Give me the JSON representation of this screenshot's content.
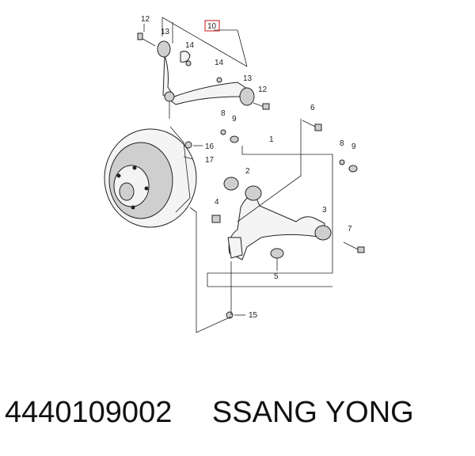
{
  "diagram": {
    "group_label": "10",
    "callouts": [
      "1",
      "2",
      "3",
      "4",
      "5",
      "6",
      "7",
      "8",
      "9",
      "12",
      "13",
      "14",
      "15",
      "16",
      "17"
    ]
  },
  "caption": {
    "part_number": "4440109002",
    "brand": "SSANG YONG"
  },
  "colors": {
    "group_box": "#d23a3a",
    "lines": "#222222"
  }
}
